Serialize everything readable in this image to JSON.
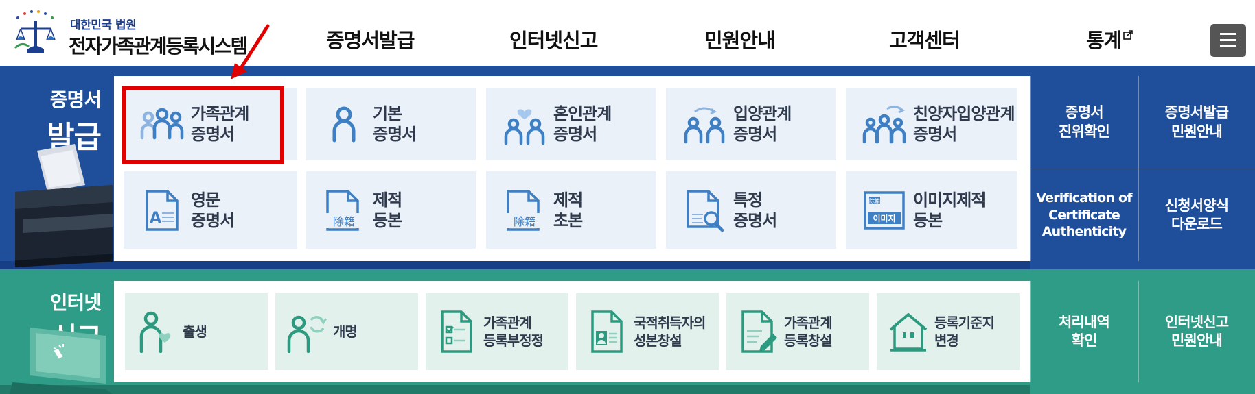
{
  "header": {
    "org_name": "대한민국 법원",
    "system_name": "전자가족관계등록시스템",
    "nav": [
      {
        "label": "증명서발급"
      },
      {
        "label": "인터넷신고"
      },
      {
        "label": "민원안내"
      },
      {
        "label": "고객센터"
      },
      {
        "label": "통계"
      }
    ],
    "menu_icon": "hamburger-icon"
  },
  "certificate": {
    "label_small": "증명서",
    "label_big": "발급",
    "tiles": [
      {
        "label": "가족관계\n증명서",
        "icon": "family-icon"
      },
      {
        "label": "기본\n증명서",
        "icon": "person-icon"
      },
      {
        "label": "혼인관계\n증명서",
        "icon": "couple-heart-icon"
      },
      {
        "label": "입양관계\n증명서",
        "icon": "adoption-icon"
      },
      {
        "label": "친양자입양관계\n증명서",
        "icon": "family-adoption-icon"
      },
      {
        "label": "영문\n증명서",
        "icon": "english-document-icon"
      },
      {
        "label": "제적\n등본",
        "icon": "removed-register-icon",
        "icon_text": "除籍"
      },
      {
        "label": "제적\n초본",
        "icon": "removed-register-icon",
        "icon_text": "除籍"
      },
      {
        "label": "특정\n증명서",
        "icon": "search-document-icon"
      },
      {
        "label": "이미지제적\n등본",
        "icon": "image-register-icon",
        "icon_text": "이미지",
        "icon_text_top": "除籍"
      }
    ],
    "side_links": [
      {
        "label": "증명서\n진위확인"
      },
      {
        "label": "증명서발급\n민원안내"
      },
      {
        "label": "Verification of\nCertificate\nAuthenticity"
      },
      {
        "label": "신청서양식\n다운로드"
      }
    ]
  },
  "report": {
    "label_small": "인터넷",
    "label_big": "신고",
    "tiles": [
      {
        "label": "출생",
        "icon": "birth-icon"
      },
      {
        "label": "개명",
        "icon": "rename-icon"
      },
      {
        "label": "가족관계\n등록부정정",
        "icon": "checklist-document-icon"
      },
      {
        "label": "국적취득자의\n성본창설",
        "icon": "id-document-icon"
      },
      {
        "label": "가족관계\n등록창설",
        "icon": "edit-document-icon"
      },
      {
        "label": "등록기준지\n변경",
        "icon": "house-icon"
      }
    ],
    "side_links": [
      {
        "label": "처리내역\n확인"
      },
      {
        "label": "인터넷신고\n민원안내"
      }
    ]
  },
  "colors": {
    "cert_band": "#1f4f9a",
    "report_band": "#2e9c86",
    "cert_tile": "#eaf1f9",
    "report_tile": "#e3f1ec",
    "icon_blue": "#3f7fc4",
    "icon_green": "#2c9a7e",
    "highlight": "#e00000"
  }
}
